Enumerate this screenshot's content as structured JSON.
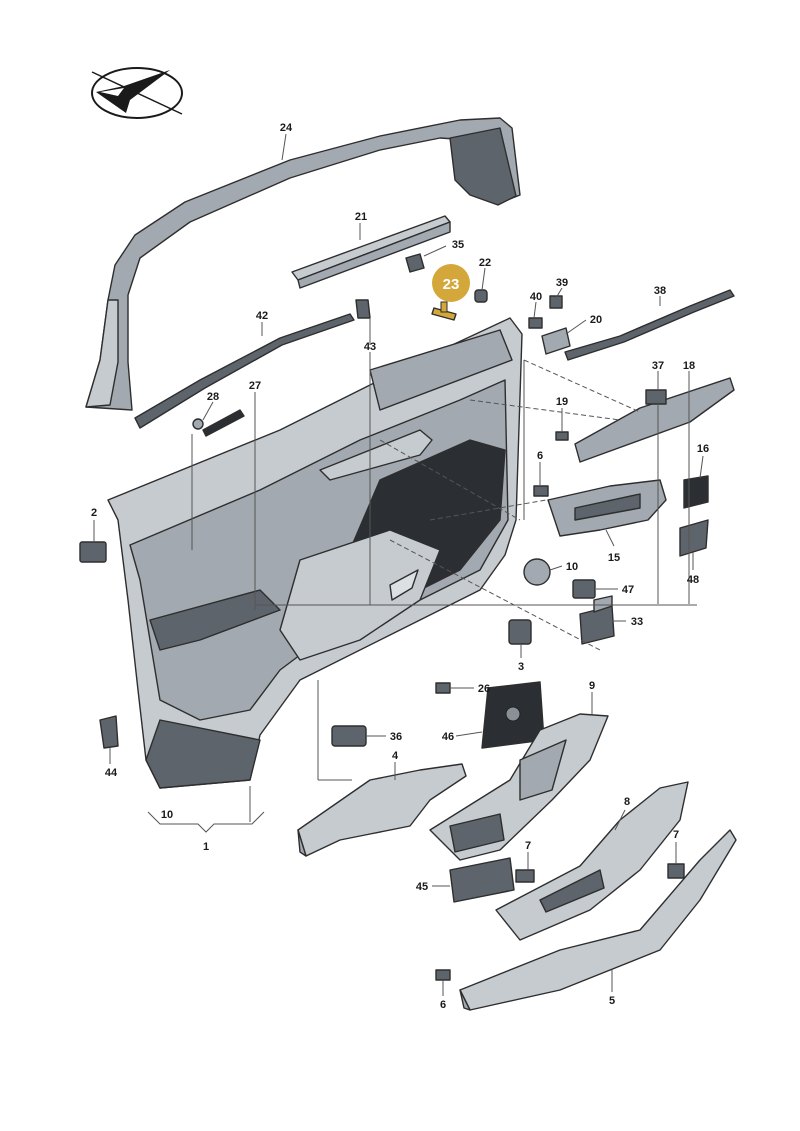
{
  "highlight": {
    "number": "23",
    "color": "#d4a73a"
  },
  "colors": {
    "part_light": "#c6cbd0",
    "part_mid": "#a3a9b0",
    "part_dark": "#5e646b",
    "outline": "#2e2e2e"
  },
  "logo": {
    "name": "checkmark-logo"
  },
  "callouts": [
    {
      "id": "c24",
      "text": "24"
    },
    {
      "id": "c21",
      "text": "21"
    },
    {
      "id": "c35",
      "text": "35"
    },
    {
      "id": "c22",
      "text": "22"
    },
    {
      "id": "c39",
      "text": "39"
    },
    {
      "id": "c40",
      "text": "40"
    },
    {
      "id": "c38",
      "text": "38"
    },
    {
      "id": "c20",
      "text": "20"
    },
    {
      "id": "c42",
      "text": "42"
    },
    {
      "id": "c43",
      "text": "43"
    },
    {
      "id": "c37",
      "text": "37"
    },
    {
      "id": "c18",
      "text": "18"
    },
    {
      "id": "c27",
      "text": "27"
    },
    {
      "id": "c28",
      "text": "28"
    },
    {
      "id": "c19",
      "text": "19"
    },
    {
      "id": "c16",
      "text": "16"
    },
    {
      "id": "c6a",
      "text": "6"
    },
    {
      "id": "c2",
      "text": "2"
    },
    {
      "id": "c15",
      "text": "15"
    },
    {
      "id": "c48",
      "text": "48"
    },
    {
      "id": "c10a",
      "text": "10"
    },
    {
      "id": "c47",
      "text": "47"
    },
    {
      "id": "c33",
      "text": "33"
    },
    {
      "id": "c3",
      "text": "3"
    },
    {
      "id": "c26",
      "text": "26"
    },
    {
      "id": "c9",
      "text": "9"
    },
    {
      "id": "c46",
      "text": "46"
    },
    {
      "id": "c36",
      "text": "36"
    },
    {
      "id": "c44",
      "text": "44"
    },
    {
      "id": "c4",
      "text": "4"
    },
    {
      "id": "c8",
      "text": "8"
    },
    {
      "id": "c10b",
      "text": "10"
    },
    {
      "id": "c1",
      "text": "1"
    },
    {
      "id": "c7a",
      "text": "7"
    },
    {
      "id": "c7b",
      "text": "7"
    },
    {
      "id": "c45",
      "text": "45"
    },
    {
      "id": "c6b",
      "text": "6"
    },
    {
      "id": "c5",
      "text": "5"
    }
  ]
}
